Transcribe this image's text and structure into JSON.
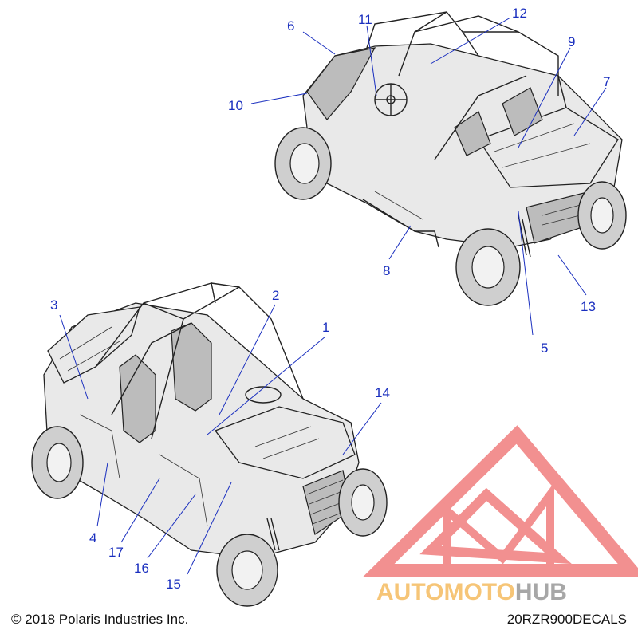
{
  "diagram": {
    "callouts_top": [
      "6",
      "11",
      "12",
      "9",
      "7",
      "10",
      "8",
      "13",
      "5"
    ],
    "callouts_bottom": [
      "3",
      "2",
      "1",
      "14",
      "4",
      "17",
      "16",
      "15"
    ]
  },
  "watermark": {
    "word_part1": "AUTO",
    "word_part2": "MOTO",
    "word_part3": "HUB",
    "color_orange": "#f4b24a",
    "color_gray": "#8a8a8a",
    "color_red": "#ee6b6b"
  },
  "footer": {
    "copyright": "© 2018 Polaris Industries Inc.",
    "code": "20RZR900DECALS"
  }
}
